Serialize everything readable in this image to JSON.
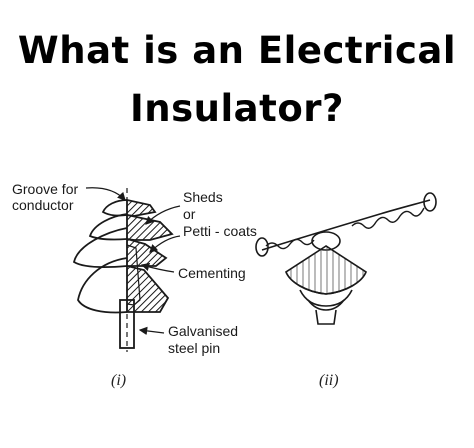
{
  "title": {
    "line1": "What is an Electrical",
    "line2": "Insulator?"
  },
  "figure_left": {
    "labels": {
      "groove": "Groove for",
      "conductor": "conductor",
      "sheds": "Sheds",
      "or": "or",
      "petticoats": "Petti - coats",
      "cementing": "Cementing",
      "galvanised": "Galvanised",
      "steel_pin": "steel pin"
    },
    "caption": "(i)"
  },
  "figure_right": {
    "caption": "(ii)"
  },
  "colors": {
    "ink": "#1a1a1a",
    "background": "#ffffff"
  }
}
